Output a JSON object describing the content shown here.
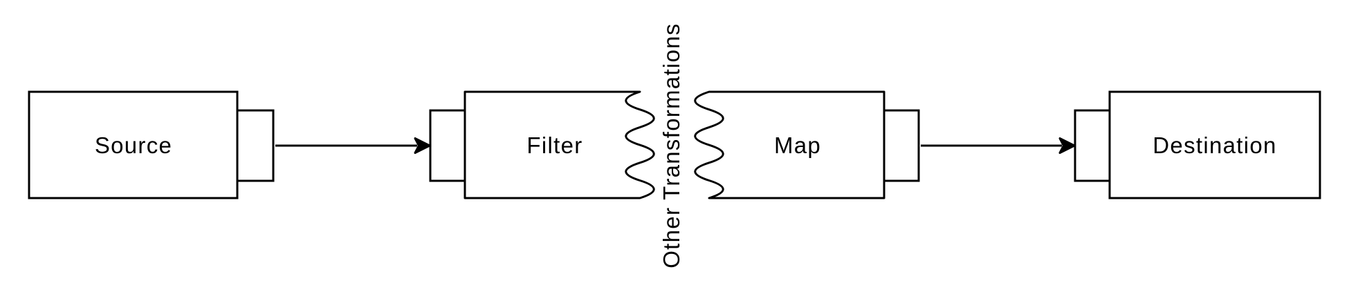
{
  "diagram": {
    "type": "pipeline-flow-diagram",
    "nodes": {
      "source": {
        "label": "Source"
      },
      "filter": {
        "label": "Filter"
      },
      "map": {
        "label": "Map"
      },
      "destination": {
        "label": "Destination"
      }
    },
    "annotation": {
      "label": "Other Transformations"
    },
    "edges": [
      {
        "from": "Source",
        "to": "Filter"
      },
      {
        "from": "Map",
        "to": "Destination"
      }
    ],
    "colors": {
      "stroke": "#000000",
      "shape_fill": "#ffffff",
      "background": "#ffffff",
      "text": "#000000"
    }
  }
}
